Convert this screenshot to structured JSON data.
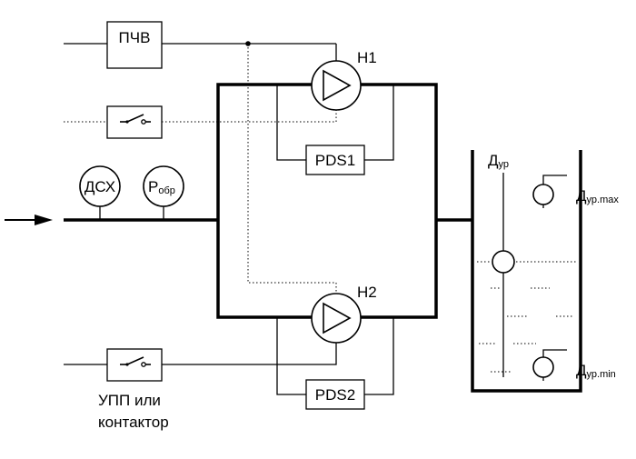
{
  "labels": {
    "pchv": "ПЧВ",
    "pump1": "Н1",
    "pump2": "Н2",
    "pds1": "PDS1",
    "pds2": "PDS2",
    "dsh": "ДСХ",
    "p_main": "P",
    "p_sub": "обр",
    "upp_line1": "УПП или",
    "upp_line2": "контактор",
    "level_main": "Д",
    "level_main_sub": "ур",
    "level_max": "Д",
    "level_max_sub": "ур.max",
    "level_min": "Д",
    "level_min_sub": "ур.min"
  }
}
